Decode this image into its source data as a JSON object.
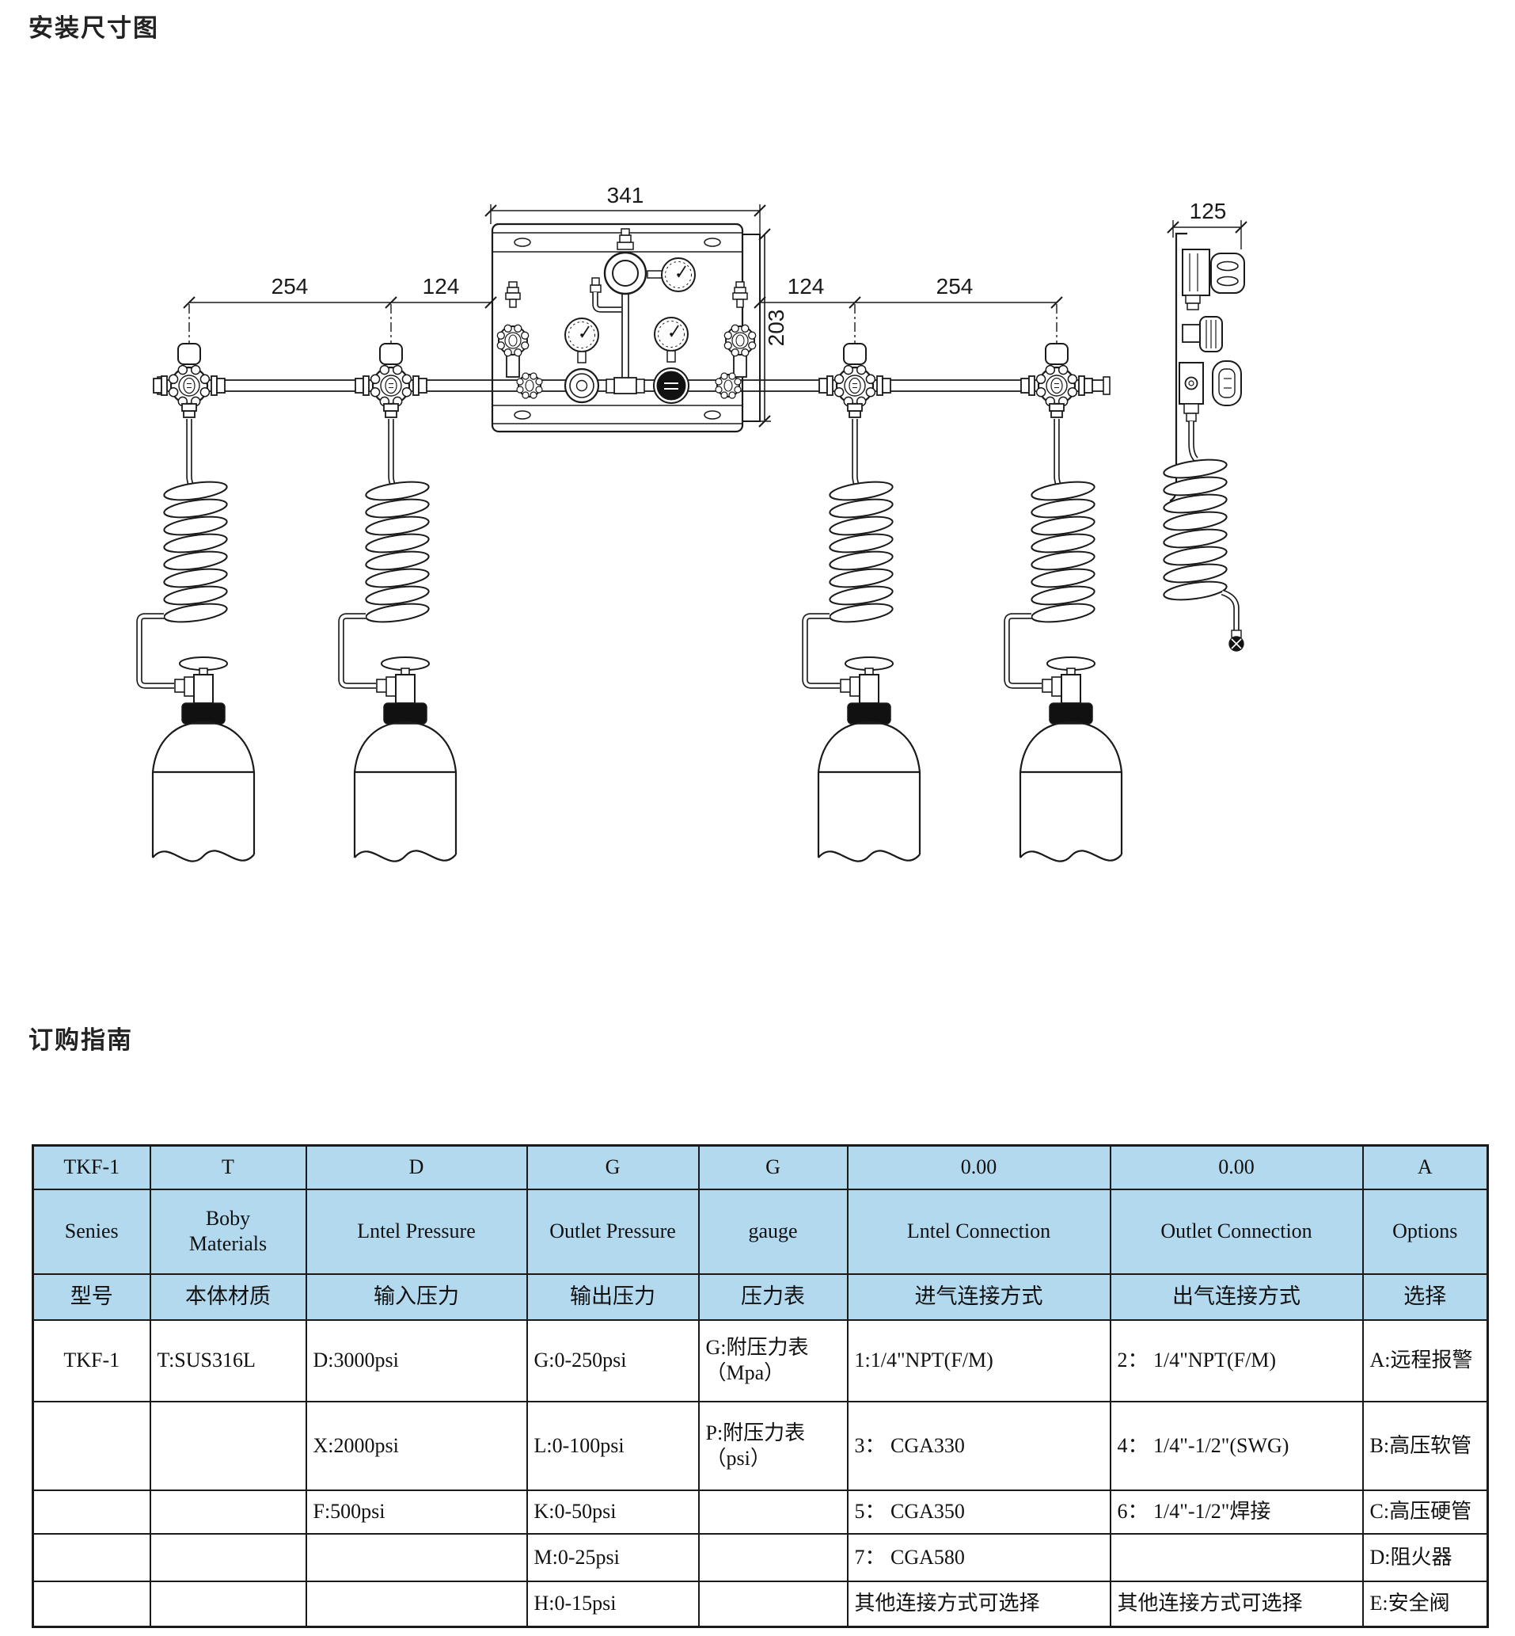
{
  "page": {
    "title_install": "安装尺寸图",
    "title_order": "订购指南",
    "table_header_bg": "#b3d9ef"
  },
  "diagram": {
    "dims": {
      "panel_width": "341",
      "left_span": "254",
      "left_gap": "124",
      "right_gap": "124",
      "right_span": "254",
      "panel_height": "203",
      "side_depth": "125"
    }
  },
  "order_table": {
    "code_row": [
      "TKF-1",
      "T",
      "D",
      "G",
      "G",
      "0.00",
      "0.00",
      "A"
    ],
    "en_row": [
      "Senies",
      "Boby\nMaterials",
      "Lntel Pressure",
      "Outlet Pressure",
      "gauge",
      "Lntel Connection",
      "Outlet Connection",
      "Options"
    ],
    "cn_row": [
      "型号",
      "本体材质",
      "输入压力",
      "输出压力",
      "压力表",
      "进气连接方式",
      "出气连接方式",
      "选择"
    ],
    "body": [
      [
        "TKF-1",
        "T:SUS316L",
        "D:3000psi",
        "G:0-250psi",
        "G:附压力表\n（Mpa）",
        "1:1/4\"NPT(F/M)",
        "2： 1/4\"NPT(F/M)",
        "A:远程报警"
      ],
      [
        "",
        "",
        "X:2000psi",
        "L:0-100psi",
        "P:附压力表\n（psi）",
        "3： CGA330",
        "4： 1/4\"-1/2\"(SWG)",
        "B:高压软管"
      ],
      [
        "",
        "",
        "F:500psi",
        "K:0-50psi",
        "",
        "5： CGA350",
        "6： 1/4\"-1/2\"焊接",
        "C:高压硬管"
      ],
      [
        "",
        "",
        "",
        "M:0-25psi",
        "",
        "7： CGA580",
        "",
        "D:阻火器"
      ],
      [
        "",
        "",
        "",
        "H:0-15psi",
        "",
        "其他连接方式可选择",
        "其他连接方式可选择",
        "E:安全阀"
      ]
    ]
  }
}
